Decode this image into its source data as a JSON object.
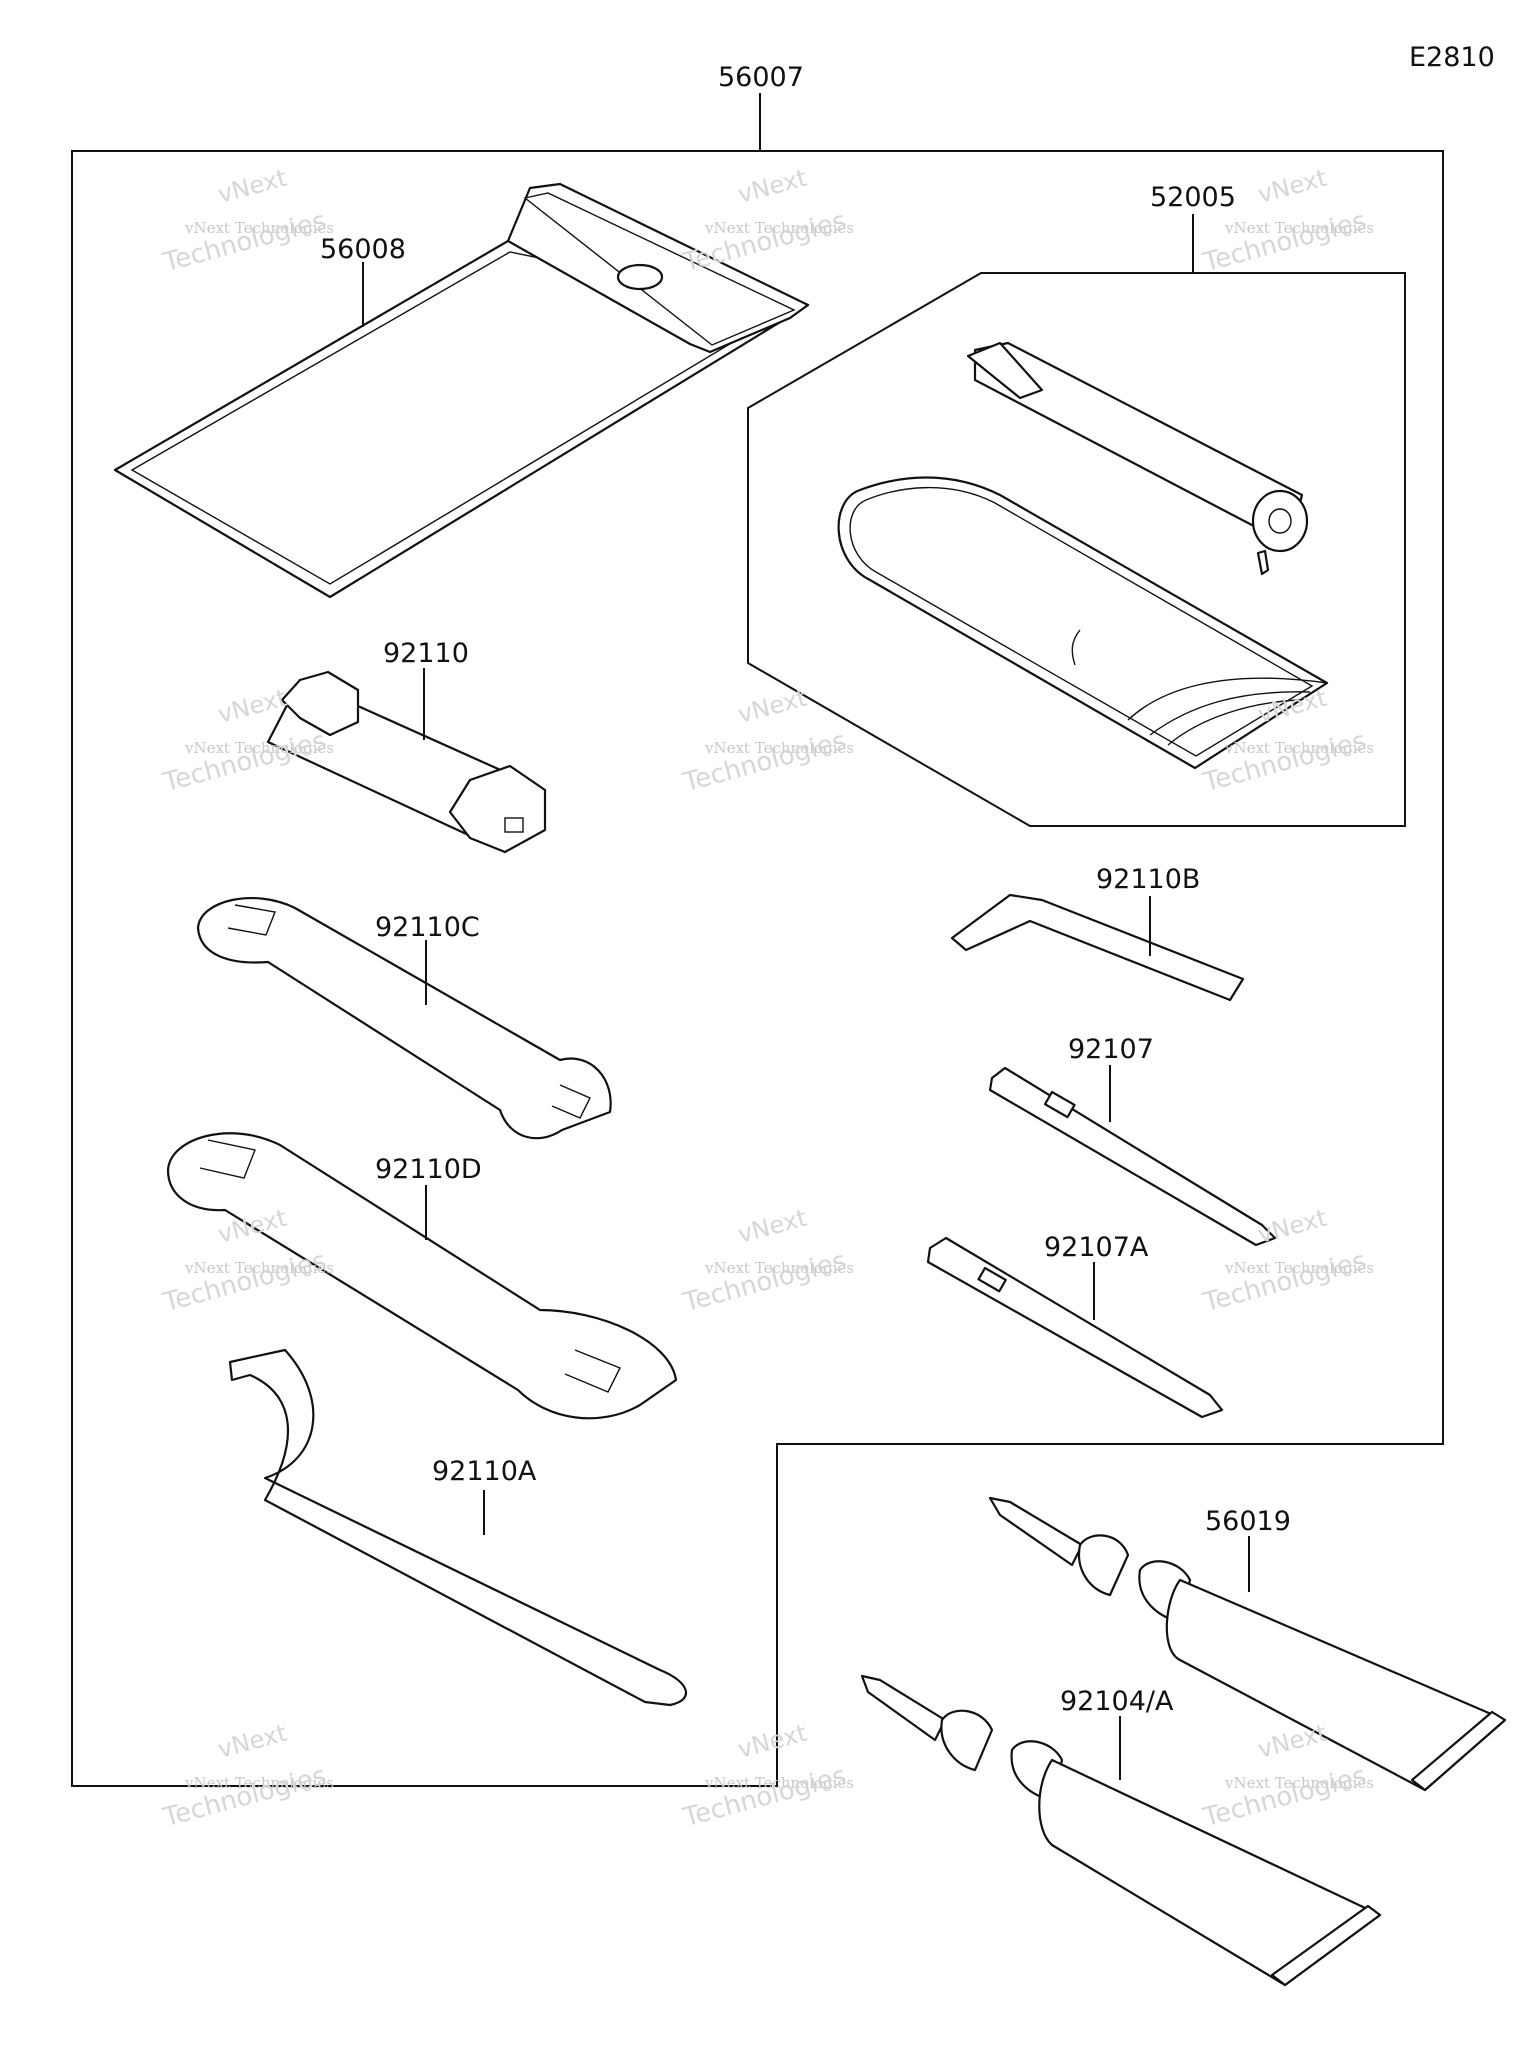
{
  "diagram_code": "E2810",
  "assembly_label": "56007",
  "parts": [
    {
      "key": "bag",
      "label": "56008"
    },
    {
      "key": "case",
      "label": "52005"
    },
    {
      "key": "plug-wrench",
      "label": "92110"
    },
    {
      "key": "hex-key",
      "label": "92110B"
    },
    {
      "key": "wrench-c",
      "label": "92110C"
    },
    {
      "key": "screwdriver",
      "label": "92107"
    },
    {
      "key": "wrench-d",
      "label": "92110D"
    },
    {
      "key": "screwdriver-a",
      "label": "92107A"
    },
    {
      "key": "hook-wrench",
      "label": "92110A"
    },
    {
      "key": "tube-1",
      "label": "56019"
    },
    {
      "key": "tube-2",
      "label": "92104/A"
    }
  ],
  "watermark": {
    "line1": "vNext",
    "line2": "vNext Technologies",
    "line3": "Technologies"
  }
}
